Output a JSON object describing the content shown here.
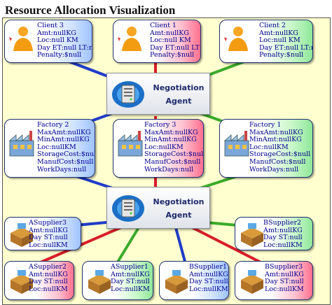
{
  "title": "Resource Allocation Visualization",
  "agents": [
    {
      "line1": "Negotiation",
      "line2": "Agent"
    },
    {
      "line1": "Negotiation",
      "line2": "Agent"
    }
  ],
  "clients": [
    {
      "color": "blue",
      "lines": [
        "Client 3",
        "Amt:nullKG",
        "Loc:null KM",
        "Day ET:null LT:null",
        "Penalty:$null"
      ]
    },
    {
      "color": "red",
      "lines": [
        "Client 1",
        "Amt:nullKG",
        "Loc:null KM",
        "Day ET:null LT:null",
        "Penalty:$null"
      ]
    },
    {
      "color": "green",
      "lines": [
        "Client 2",
        "Amt:nullKG",
        "Loc:null KM",
        "Day ET:null LT:null",
        "Penalty:$null"
      ]
    }
  ],
  "factories": [
    {
      "color": "blue",
      "lines": [
        "Factory 2",
        "MaxAmt:nullKG",
        "MinAmt:nullKG",
        "Loc:nullKM",
        "StorageCost:$null",
        "ManufCost:$null",
        "WorkDays:null"
      ]
    },
    {
      "color": "red",
      "lines": [
        "Factory 3",
        "MaxAmt:nullKG",
        "MinAmt:nullKG",
        "Loc:nullKM",
        "StorageCost:$null",
        "ManufCost:$null",
        "WorkDays:null"
      ]
    },
    {
      "color": "green",
      "lines": [
        "Factory 1",
        "MaxAmt:nullKG",
        "MinAmt:nullKG",
        "Loc:nullKM",
        "StorageCost:$null",
        "ManufCost:$null",
        "WorkDays:null"
      ]
    }
  ],
  "suppliers": [
    {
      "color": "blue",
      "lines": [
        "ASupplier3",
        "Amt:nullKG",
        "Day ST:null",
        "Loc:nullKM"
      ]
    },
    {
      "color": "green",
      "lines": [
        "BSupplier2",
        "Amt:nullKG",
        "Day ST:null",
        "Loc:nullKM"
      ]
    },
    {
      "color": "red",
      "lines": [
        "ASupplier2",
        "Amt:nullKG",
        "Day ST:null",
        "Loc:nullKM"
      ]
    },
    {
      "color": "green",
      "lines": [
        "ASupplier1",
        "Amt:nullKG",
        "Day ST:null",
        "Loc:nullKM"
      ]
    },
    {
      "color": "blue",
      "lines": [
        "BSupplier1",
        "Amt:nullKG",
        "Day ST:null",
        "Loc:nullKM"
      ]
    },
    {
      "color": "red",
      "lines": [
        "BSupplier3",
        "Amt:nullKG",
        "Day ST:null",
        "Loc:nullKM"
      ]
    }
  ],
  "colors": {
    "blue": "#1f3cc8",
    "red": "#d81e28",
    "green": "#3aaa2a",
    "background": "#ffffcf",
    "node_border": "#1d2f6e",
    "text": "#000090"
  }
}
